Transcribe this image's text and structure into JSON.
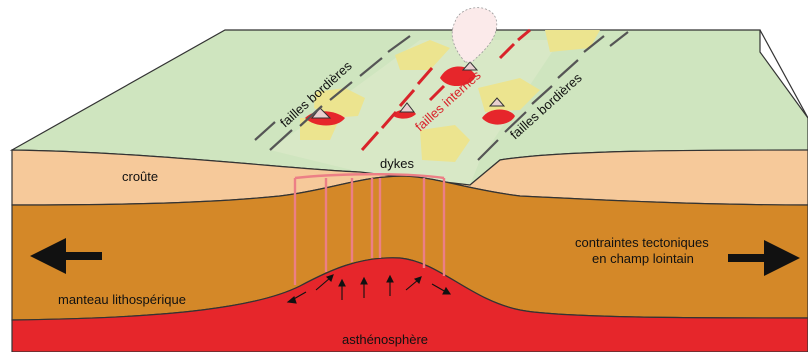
{
  "labels": {
    "failles_bordieres_left": "failles bordières",
    "failles_bordieres_right": "failles bordières",
    "failles_internes": "failles internes",
    "croute": "croûte",
    "dykes": "dykes",
    "contraintes_line1": "contraintes tectoniques",
    "contraintes_line2": "en champ lointain",
    "manteau": "manteau lithospérique",
    "asthenosphere": "asthénosphère"
  },
  "colors": {
    "surface": "#cfe5bf",
    "crust": "#f6c99a",
    "mantle": "#d48828",
    "asthenosphere": "#e6262b",
    "fault_red": "#d9232a",
    "yellow_patch": "#ece48f",
    "dyke": "#ec7f86"
  },
  "arrows": {
    "left_arrow": "arrow-left-icon",
    "right_arrow": "arrow-right-icon"
  }
}
